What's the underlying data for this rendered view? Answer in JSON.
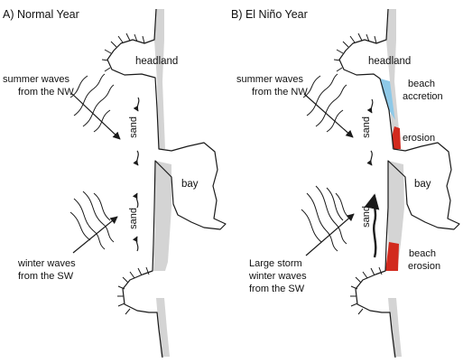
{
  "panels": [
    {
      "title": "A) Normal Year",
      "headland": "headland",
      "sand_upper": "sand",
      "bay": "bay",
      "sand_lower": "sand",
      "summer_waves": [
        "summer waves",
        "from the NW"
      ],
      "winter_waves": [
        "winter waves",
        "from the SW"
      ]
    },
    {
      "title": "B) El Niño Year",
      "headland": "headland",
      "beach_accretion": [
        "beach",
        "accretion"
      ],
      "erosion": "erosion",
      "sand_upper": "sand",
      "bay": "bay",
      "sand_lower": "sand",
      "beach_erosion": [
        "beach",
        "erosion"
      ],
      "summer_waves": [
        "summer waves",
        "from the NW"
      ],
      "winter_waves": [
        "Large storm",
        "winter waves",
        "from the SW"
      ]
    }
  ],
  "colors": {
    "beach": "#d4d4d4",
    "accretion": "#8ec9e8",
    "erosion": "#d22a1e",
    "line": "#1a1a1a"
  }
}
